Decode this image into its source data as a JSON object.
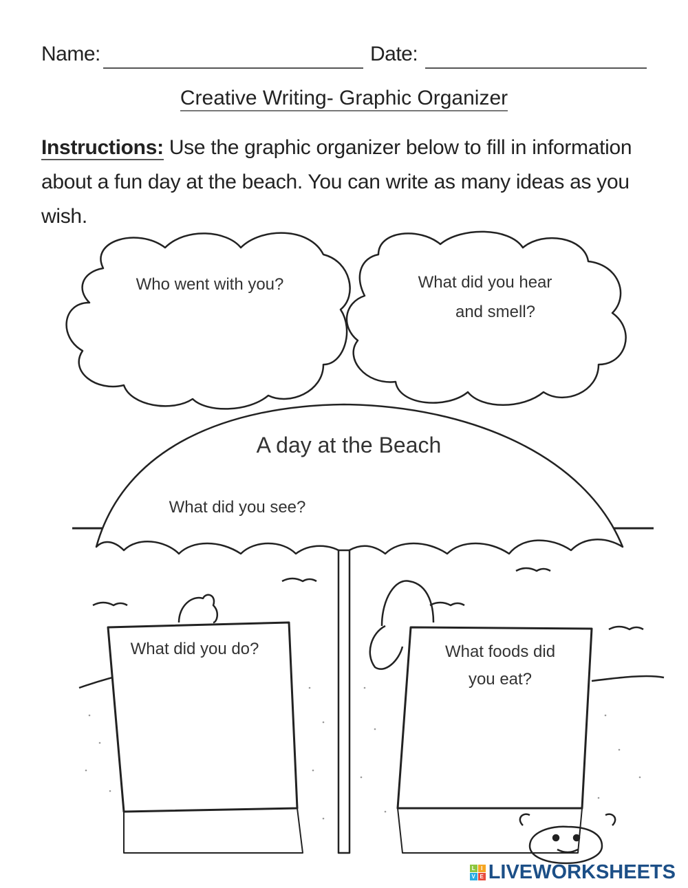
{
  "header": {
    "name_label": "Name:",
    "date_label": "Date:"
  },
  "title": "Creative Writing- Graphic Organizer",
  "instructions": {
    "label": "Instructions:",
    "text": " Use the graphic organizer below to fill in information about a fun day at the beach. You can write as many ideas as you wish."
  },
  "organizer": {
    "cloud_left": [
      "Who went with you?"
    ],
    "cloud_right": [
      "What did you hear",
      "and smell?"
    ],
    "umbrella_title": "A day at the Beach",
    "umbrella_prompt": "What did you see?",
    "board_left": [
      "What did you do?"
    ],
    "board_right": [
      "What foods did",
      "you eat?"
    ]
  },
  "logo": {
    "text": "LIVEWORKSHEETS",
    "mark": [
      "L",
      "I",
      "V",
      "E"
    ],
    "colors": [
      "#8dc63f",
      "#f5a623",
      "#29abe2",
      "#e84c3d"
    ],
    "brand_color": "#1c4f87"
  }
}
